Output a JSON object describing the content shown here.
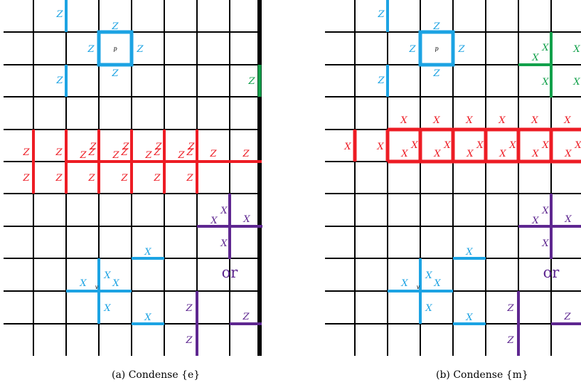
{
  "colors": {
    "grid": "#000000",
    "blue": "#1ca3e3",
    "red": "#ed1c24",
    "green": "#12a14b",
    "purple": "#5e2790"
  },
  "labels": {
    "Z": "Z",
    "X": "X",
    "p": "p",
    "v": "v",
    "or": "or"
  },
  "panels": [
    {
      "id": "a",
      "caption": "(a) Condense {e}"
    },
    {
      "id": "b",
      "caption": "(b) Condense {m}"
    }
  ]
}
